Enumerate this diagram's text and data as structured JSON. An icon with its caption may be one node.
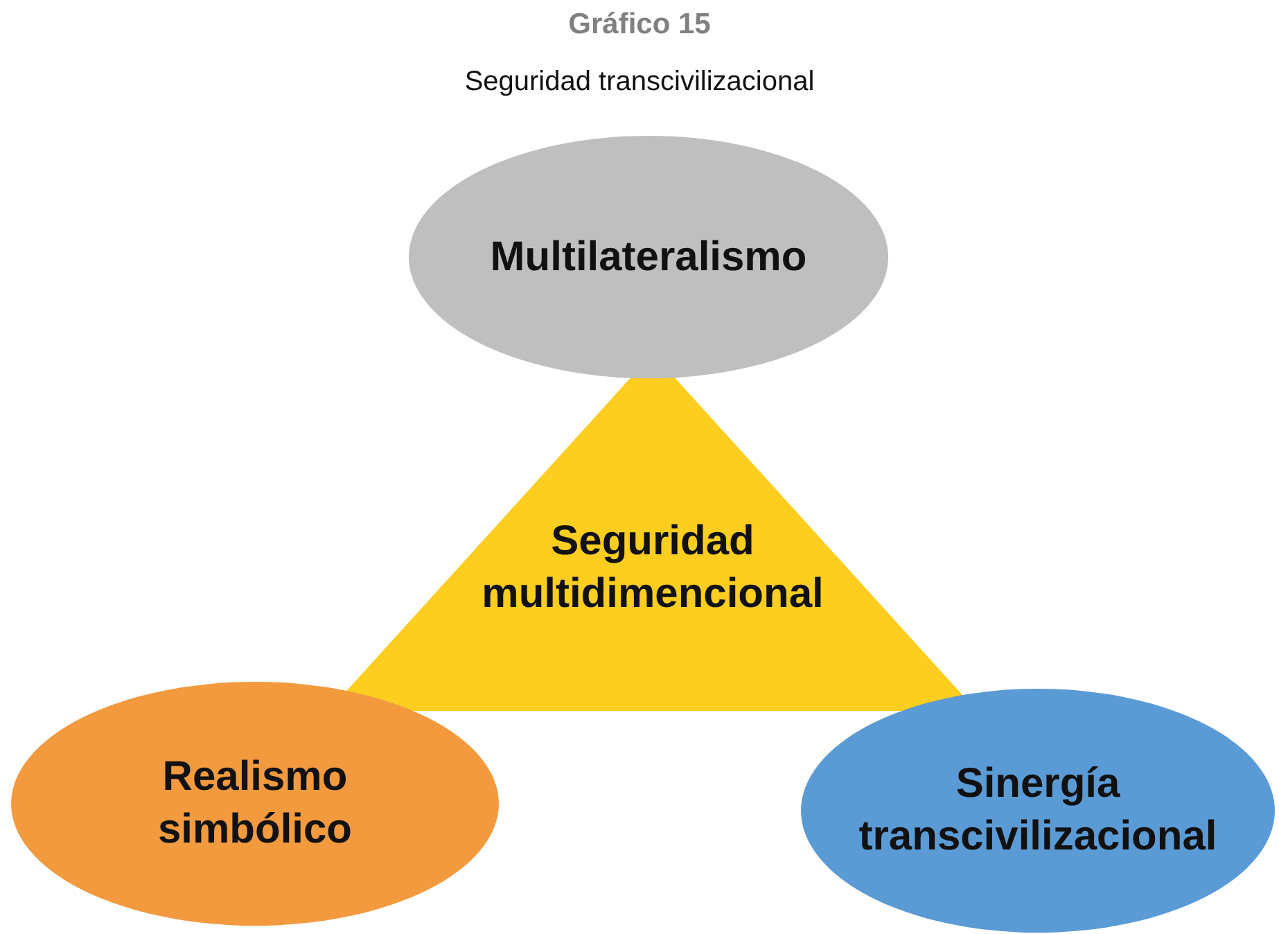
{
  "diagram": {
    "title": "Gráfico 15",
    "nodes": [
      {
        "text": [
          "Multilateralismo"
        ]
      },
      {
        "text": [
          "Seguridad multidimencional"
        ]
      },
      {
        "text": [
          "Realismo simbólico"
        ]
      },
      {
        "text": [
          "Sinergía transcivilizacional"
        ]
      }
    ],
    "edges": [],
    "labels": [
      "Seguridad transcivilizacional"
    ]
  }
}
